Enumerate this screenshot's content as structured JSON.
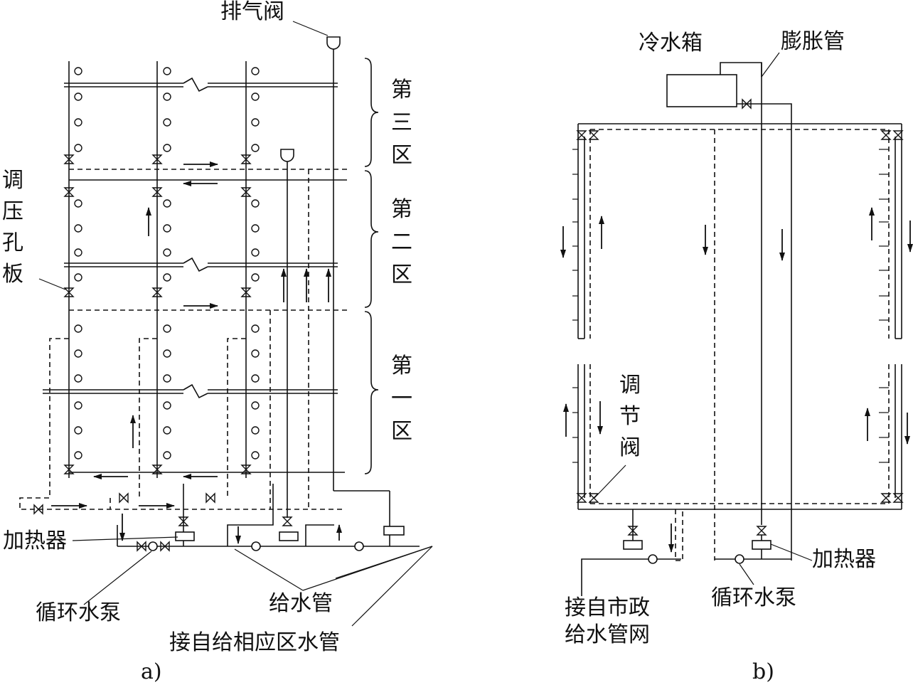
{
  "panel_a": {
    "caption": "a)",
    "labels": {
      "vent_valve": "排气阀",
      "pressure_orifice": "调压孔板",
      "heater": "加热器",
      "circulation_pump": "循环水泵",
      "supply_pipe": "给水管",
      "from_zone_supply": "接自给相应区水管"
    },
    "zones": [
      "第三区",
      "第二区",
      "第一区"
    ]
  },
  "panel_b": {
    "caption": "b)",
    "labels": {
      "cold_water_tank": "冷水箱",
      "expansion_pipe": "膨胀管",
      "regulating_valve": "调节阀",
      "heater": "加热器",
      "circulation_pump": "循环水泵",
      "municipal_supply": "接自市政给水管网"
    }
  }
}
